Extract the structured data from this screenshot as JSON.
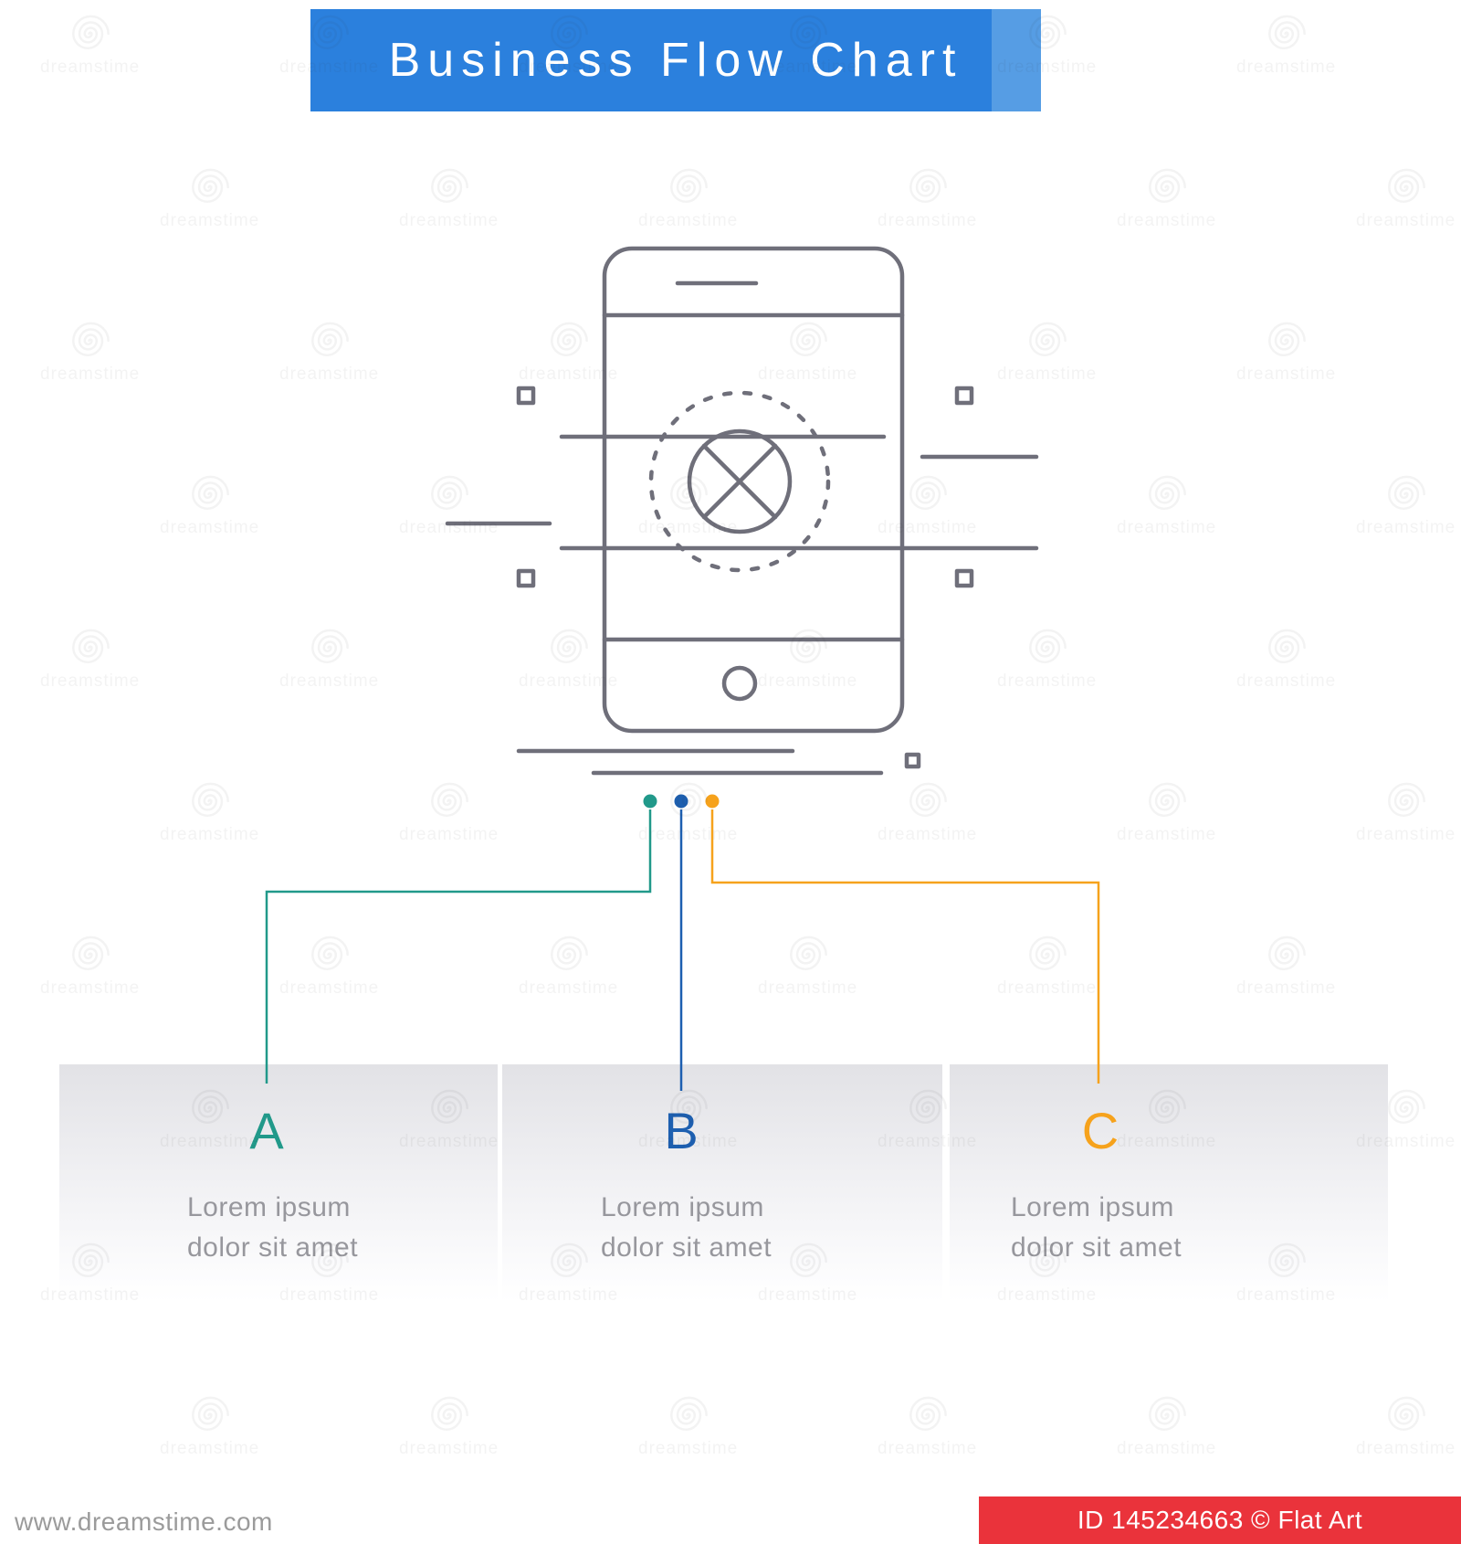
{
  "header": {
    "title": "Business Flow Chart",
    "bg_color": "#2b80dd",
    "accent_color": "#569de4"
  },
  "icon": {
    "name": "mobile-data-analysis",
    "line_color": "#6f6f7a"
  },
  "flow": {
    "nodes": [
      {
        "letter": "A",
        "color": "#21998a",
        "line1": "Lorem ipsum",
        "line2": "dolor sit amet"
      },
      {
        "letter": "B",
        "color": "#1d5fb0",
        "line1": "Lorem ipsum",
        "line2": "dolor sit amet"
      },
      {
        "letter": "C",
        "color": "#f6a21c",
        "line1": "Lorem ipsum",
        "line2": "dolor sit amet"
      }
    ]
  },
  "watermark": {
    "brand": "dreamstime"
  },
  "footer": {
    "website": "www.dreamstime.com",
    "credit": "ID 145234663 © Flat Art",
    "credit_bg": "#ea333b",
    "credit_color": "#ffffff"
  }
}
